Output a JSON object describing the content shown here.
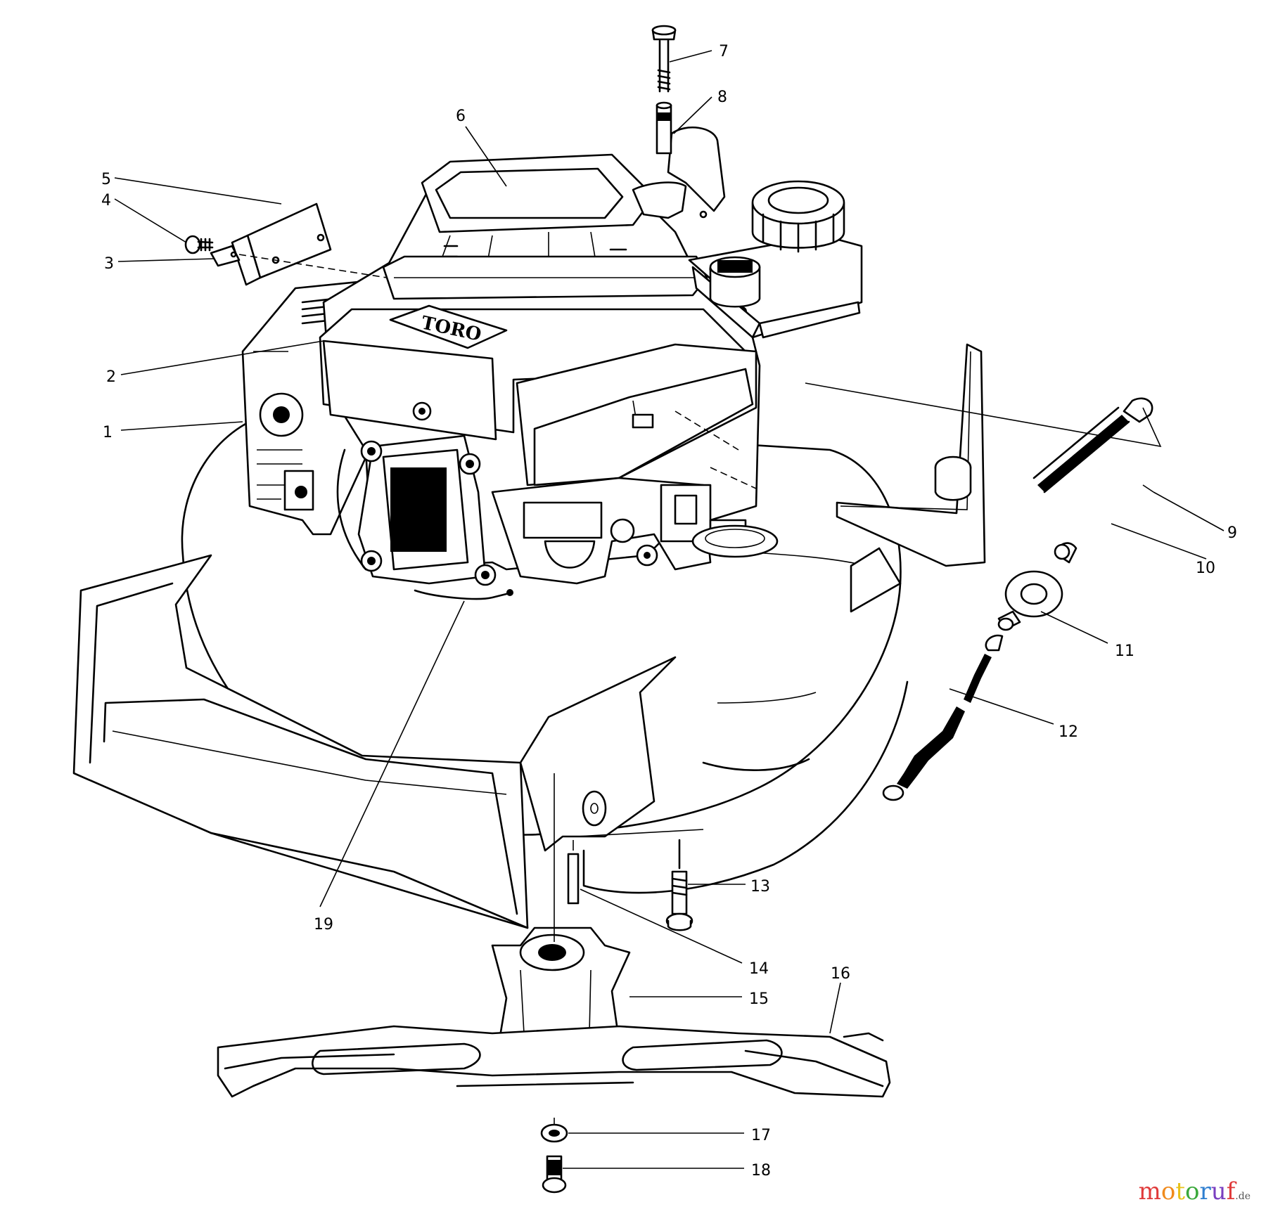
{
  "brand_label": "TORO",
  "watermark": {
    "name": "motoruf",
    "suffix": ".de"
  },
  "callouts": [
    {
      "n": "1"
    },
    {
      "n": "2"
    },
    {
      "n": "3"
    },
    {
      "n": "4"
    },
    {
      "n": "5"
    },
    {
      "n": "6"
    },
    {
      "n": "7"
    },
    {
      "n": "8"
    },
    {
      "n": "9"
    },
    {
      "n": "10"
    },
    {
      "n": "11"
    },
    {
      "n": "12"
    },
    {
      "n": "13"
    },
    {
      "n": "14"
    },
    {
      "n": "15"
    },
    {
      "n": "16"
    },
    {
      "n": "17"
    },
    {
      "n": "18"
    },
    {
      "n": "19"
    }
  ]
}
